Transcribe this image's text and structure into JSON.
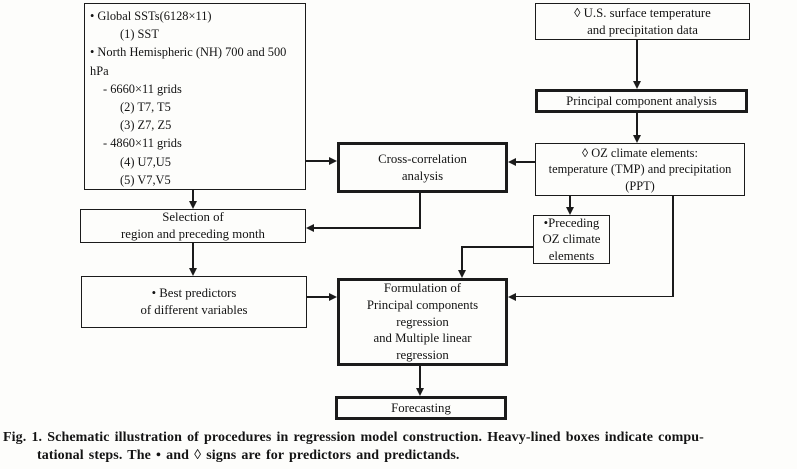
{
  "colors": {
    "ink": "#1b1b1b",
    "background": "#fdfdfb"
  },
  "boxes": {
    "predictors": {
      "lines": [
        "• Global SSTs(6128×11)",
        "(1) SST",
        "• North Hemispheric (NH) 700 and 500",
        "hPa",
        "- 6660×11 grids",
        "(2) T7, T5",
        "(3) Z7, Z5",
        "- 4860×11 grids",
        "(4) U7,U5",
        "(5) V7,V5"
      ]
    },
    "selection": {
      "lines": [
        "Selection of",
        "region and preceding month"
      ]
    },
    "best_predictors": {
      "lines": [
        "• Best predictors",
        "of different variables"
      ]
    },
    "cross_correlation": {
      "lines": [
        "Cross-correlation",
        "analysis"
      ]
    },
    "us_data": {
      "lines": [
        "◊ U.S. surface temperature",
        "and precipitation data"
      ]
    },
    "pca": {
      "label": "Principal component analysis"
    },
    "oz_elements": {
      "lines": [
        "◊ OZ climate elements:",
        "temperature (TMP) and precipitation",
        "(PPT)"
      ]
    },
    "preceding_oz": {
      "lines": [
        "•Preceding",
        "OZ climate",
        "elements"
      ]
    },
    "formulation": {
      "lines": [
        "Formulation of",
        "Principal components",
        "regression",
        "and Multiple linear",
        "regression"
      ]
    },
    "forecasting": {
      "label": "Forecasting"
    }
  },
  "figure": {
    "caption_line1": "Fig. 1. Schematic illustration of procedures in regression model construction. Heavy-lined boxes indicate compu-",
    "caption_line2": "tational steps. The • and ◊ signs are for predictors and predictands."
  }
}
